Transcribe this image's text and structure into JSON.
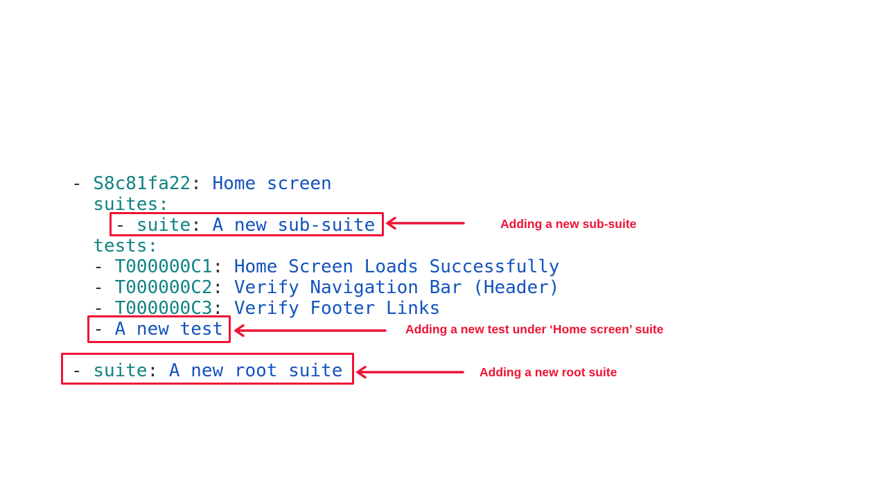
{
  "colors": {
    "code_key": "#108381",
    "code_value": "#1353bc",
    "code_plain": "#2e2e2e",
    "annotation_red": "#ef1235",
    "background": "#ffffff"
  },
  "code": {
    "language": "yaml",
    "lines": [
      {
        "tokens": [
          {
            "text": "- ",
            "role": "plain"
          },
          {
            "text": "S8c81fa22",
            "role": "key"
          },
          {
            "text": ":",
            "role": "plain"
          },
          {
            "text": " Home screen",
            "role": "value"
          }
        ]
      },
      {
        "tokens": [
          {
            "text": "  ",
            "role": "plain"
          },
          {
            "text": "suites:",
            "role": "key"
          }
        ]
      },
      {
        "tokens": [
          {
            "text": "    - ",
            "role": "plain"
          },
          {
            "text": "suite",
            "role": "key"
          },
          {
            "text": ":",
            "role": "plain"
          },
          {
            "text": " A new sub-suite",
            "role": "value"
          }
        ],
        "highlighted": true
      },
      {
        "tokens": [
          {
            "text": "  ",
            "role": "plain"
          },
          {
            "text": "tests:",
            "role": "key"
          }
        ]
      },
      {
        "tokens": [
          {
            "text": "  - ",
            "role": "plain"
          },
          {
            "text": "T000000C1",
            "role": "key"
          },
          {
            "text": ":",
            "role": "plain"
          },
          {
            "text": " Home Screen Loads Successfully",
            "role": "value"
          }
        ]
      },
      {
        "tokens": [
          {
            "text": "  - ",
            "role": "plain"
          },
          {
            "text": "T000000C2",
            "role": "key"
          },
          {
            "text": ":",
            "role": "plain"
          },
          {
            "text": " Verify Navigation Bar (Header)",
            "role": "value"
          }
        ]
      },
      {
        "tokens": [
          {
            "text": "  - ",
            "role": "plain"
          },
          {
            "text": "T000000C3",
            "role": "key"
          },
          {
            "text": ":",
            "role": "plain"
          },
          {
            "text": " Verify Footer Links",
            "role": "value"
          }
        ]
      },
      {
        "tokens": [
          {
            "text": "  - ",
            "role": "plain"
          },
          {
            "text": "A new test",
            "role": "value"
          }
        ],
        "highlighted": true
      },
      {
        "tokens": []
      },
      {
        "tokens": [
          {
            "text": "- ",
            "role": "plain"
          },
          {
            "text": "suite",
            "role": "key"
          },
          {
            "text": ":",
            "role": "plain"
          },
          {
            "text": " A new root suite",
            "role": "value"
          }
        ],
        "highlighted": true
      }
    ]
  },
  "annotations": [
    {
      "label": "Adding a new sub-suite"
    },
    {
      "label": "Adding a new test under ‘Home screen’ suite"
    },
    {
      "label": "Adding a new root suite"
    }
  ]
}
